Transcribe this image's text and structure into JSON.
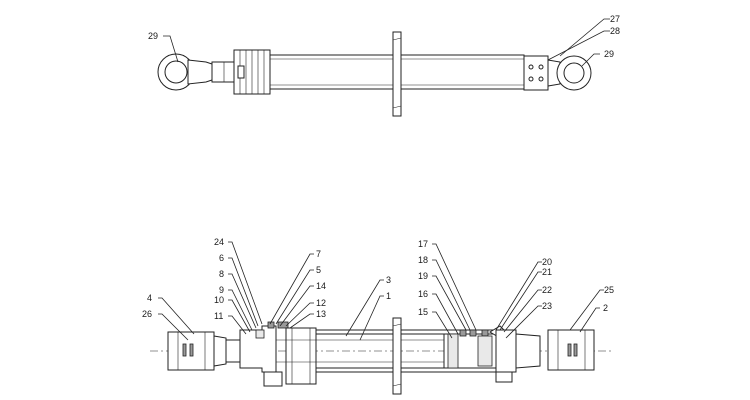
{
  "diagram": {
    "top_labels": {
      "l29_left": "29",
      "l27": "27",
      "l28": "28",
      "l29_right": "29"
    },
    "bottom_labels": {
      "l24": "24",
      "l6": "6",
      "l8": "8",
      "l9": "9",
      "l10": "10",
      "l11": "11",
      "l7": "7",
      "l5": "5",
      "l14": "14",
      "l12": "12",
      "l13": "13",
      "l3": "3",
      "l1": "1",
      "l4": "4",
      "l26": "26",
      "l17": "17",
      "l18": "18",
      "l19": "19",
      "l16": "16",
      "l15": "15",
      "l20": "20",
      "l21": "21",
      "l22": "22",
      "l23": "23",
      "l25": "25",
      "l2": "2"
    }
  }
}
